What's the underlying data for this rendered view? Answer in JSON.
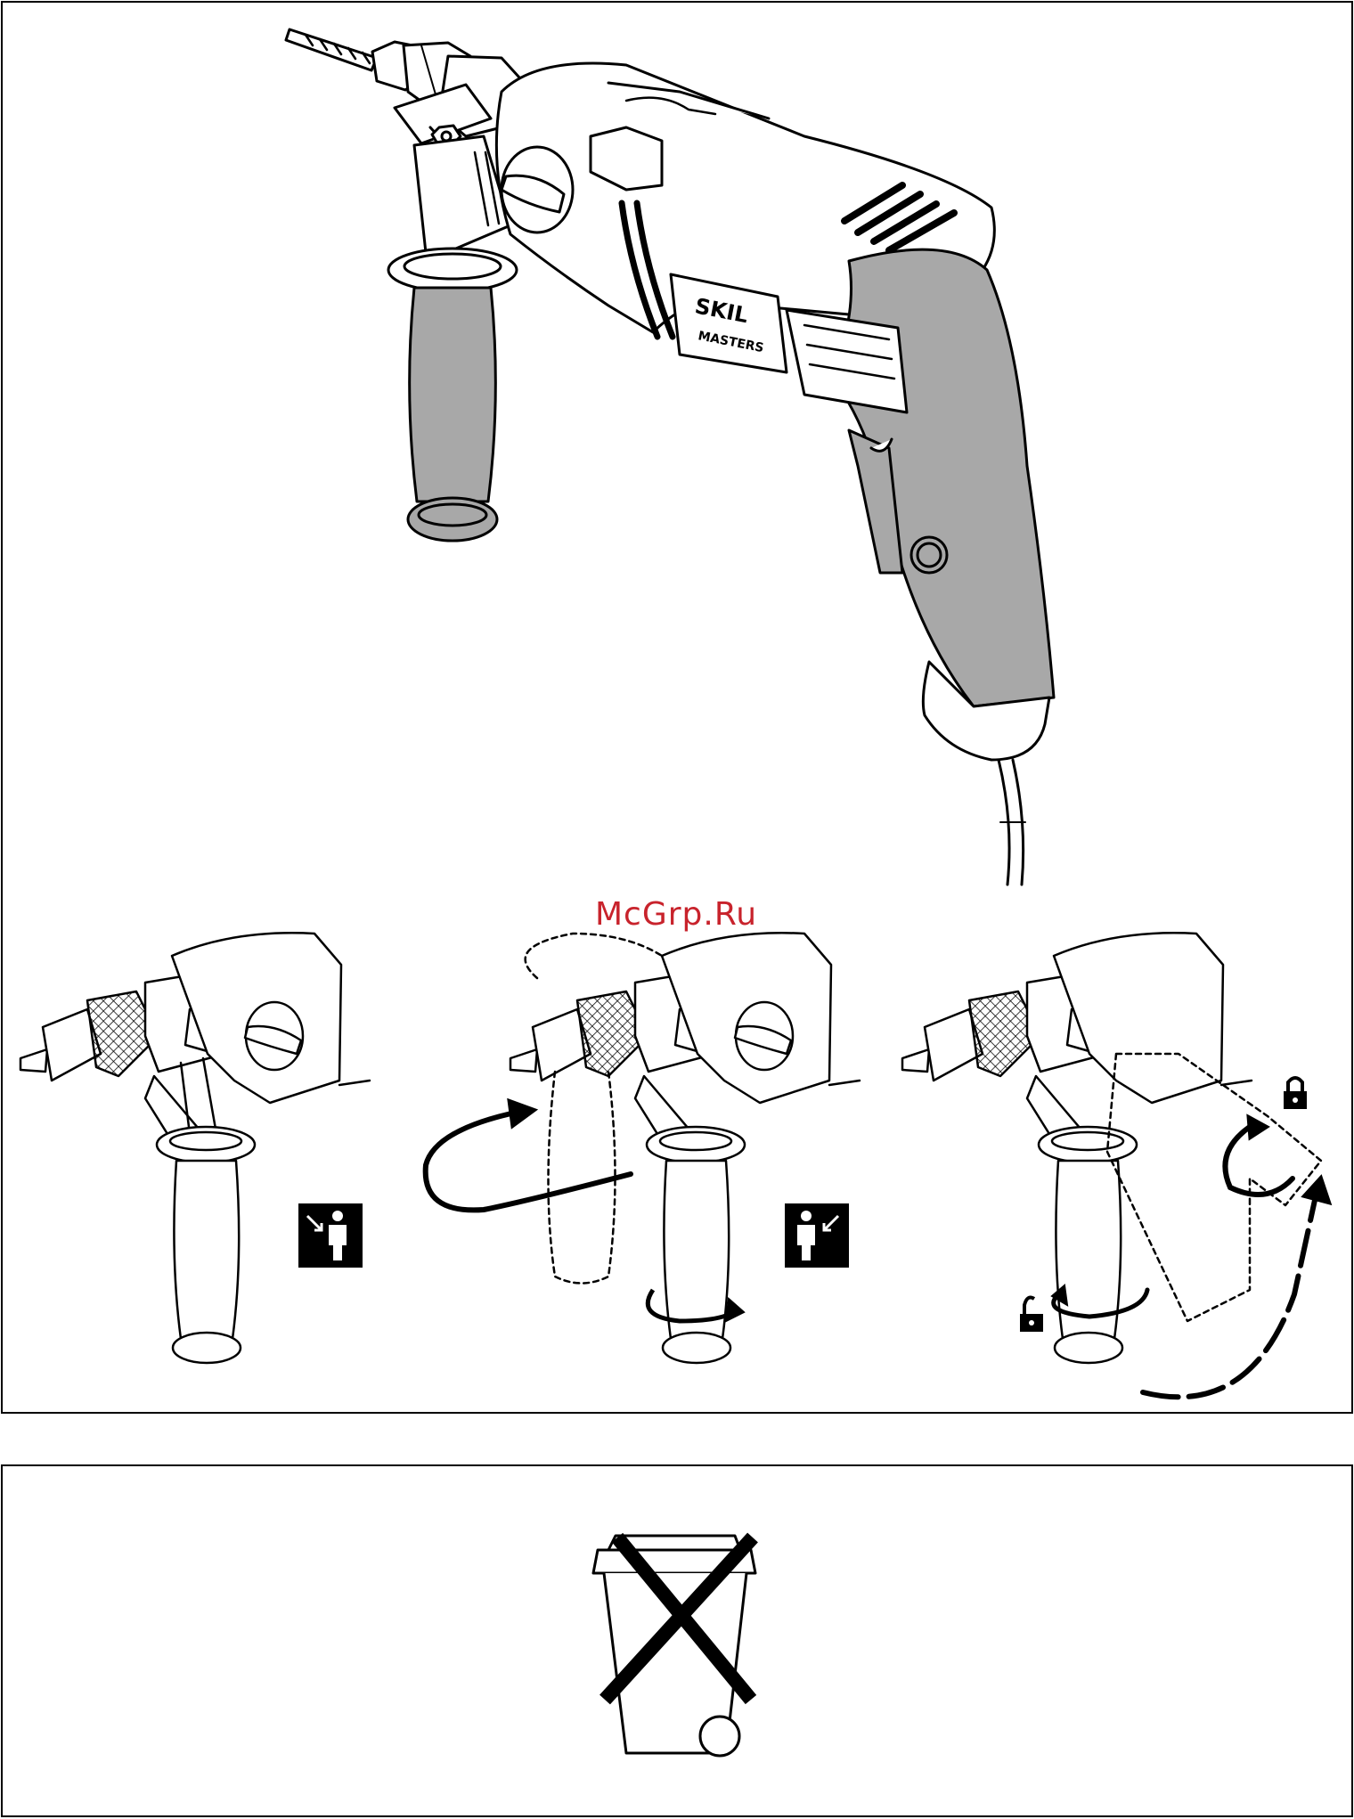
{
  "watermark": {
    "text": "McGrp.Ru",
    "color": "#c8232c"
  },
  "drill": {
    "brand": "SKIL",
    "series": "MASTERS",
    "grip_color": "#a8a8a8",
    "outline_color": "#000000"
  },
  "steps": [
    {
      "icon": "person-arrow-in-left-icon"
    },
    {
      "icon": "person-arrow-in-right-icon"
    },
    {
      "icon": "lock-icon",
      "icon2": "unlock-icon"
    }
  ],
  "disposal": {
    "icon": "crossed-out-wheelie-bin-icon"
  }
}
